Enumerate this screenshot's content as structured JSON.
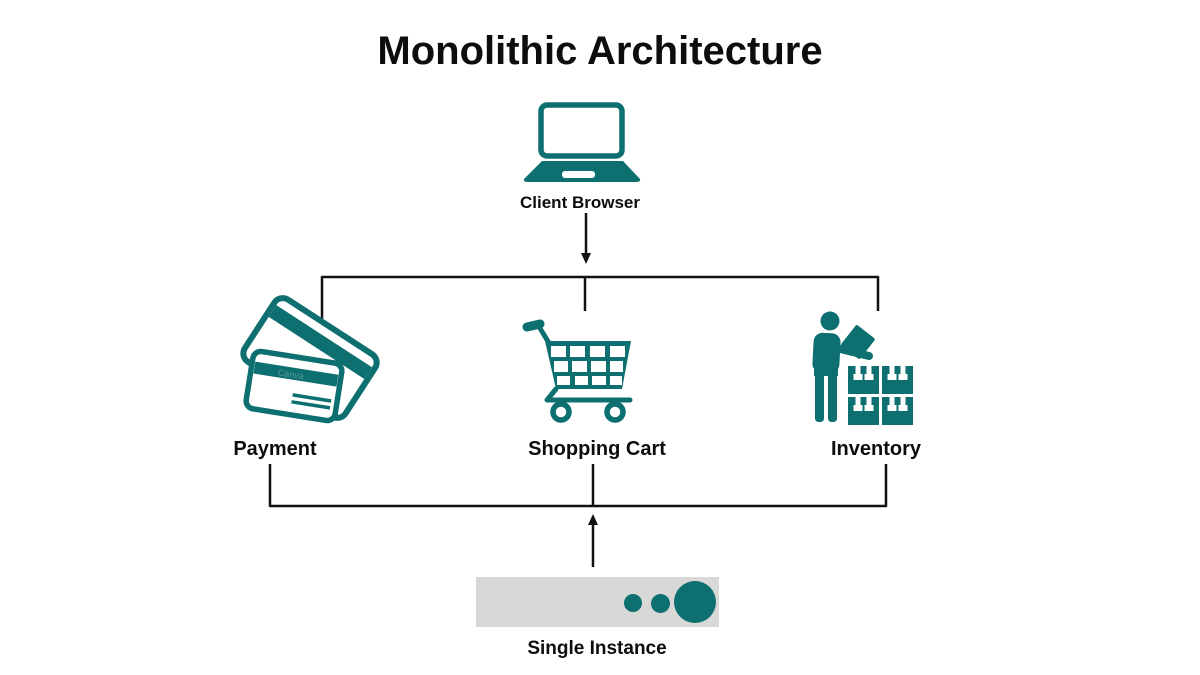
{
  "title": "Monolithic Architecture",
  "colors": {
    "teal": "#0e6f70",
    "line": "#111111",
    "instance_bar": "#d8d8d6",
    "background": "#ffffff",
    "text": "#0d0d0d"
  },
  "client": {
    "label": "Client Browser",
    "icon": "laptop-icon"
  },
  "services": [
    {
      "label": "Payment",
      "icon": "credit-cards-icon"
    },
    {
      "label": "Shopping Cart",
      "icon": "shopping-cart-icon"
    },
    {
      "label": "Inventory",
      "icon": "inventory-worker-boxes-icon"
    }
  ],
  "instance": {
    "label": "Single Instance",
    "icon": "server-bar-icon",
    "watermark": "Canva"
  }
}
